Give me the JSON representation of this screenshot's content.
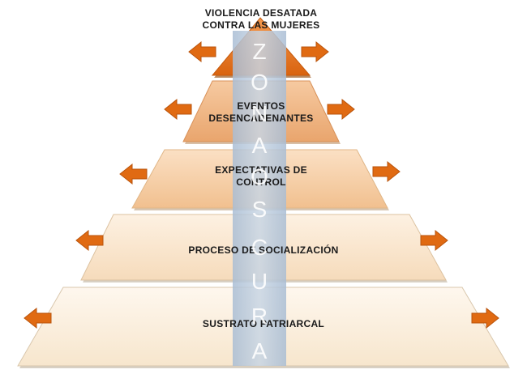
{
  "levels": [
    {
      "label_lines": [
        "VIOLENCIA DESATADA",
        "CONTRA LAS MUJERES"
      ],
      "color": "#e8731f"
    },
    {
      "label_lines": [
        "EVENTOS",
        "DESENCADENANTES"
      ],
      "color": "#efb98a"
    },
    {
      "label_lines": [
        "EXPECTATIVAS DE",
        "CONTROL"
      ],
      "color": "#f5d1ad"
    },
    {
      "label_lines": [
        "PROCESO DE SOCIALIZACIÓN"
      ],
      "color": "#f8e3c8"
    },
    {
      "label_lines": [
        "SUSTRATO PATRIARCAL"
      ],
      "color": "#faeedd"
    }
  ],
  "center_band": {
    "letters": [
      "Z",
      "O",
      "N",
      "A",
      "O",
      "S",
      "C",
      "U",
      "R",
      "A"
    ],
    "color": "#b8c7d9"
  },
  "arrow_color": "#e06a12"
}
